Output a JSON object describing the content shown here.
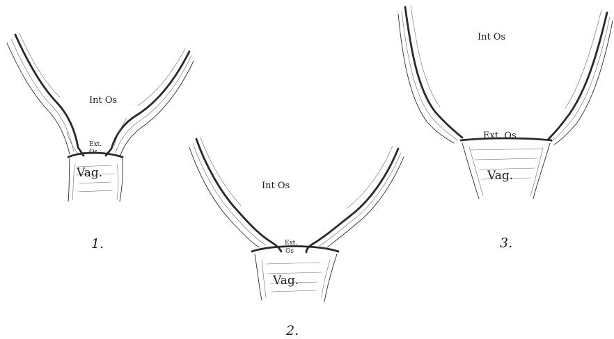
{
  "figures": [
    {
      "number": "1.",
      "internal_os": "Int Os",
      "external_os_line1": "Ext.",
      "external_os_line2": "Os",
      "vagina": "Vag."
    },
    {
      "number": "2.",
      "internal_os": "Int Os",
      "external_os_line1": "Ext.",
      "external_os_line2": "Os",
      "vagina": "Vag."
    },
    {
      "number": "3.",
      "internal_os": "Int Os",
      "external_os": "Ext. Os",
      "vagina": "Vag."
    }
  ]
}
